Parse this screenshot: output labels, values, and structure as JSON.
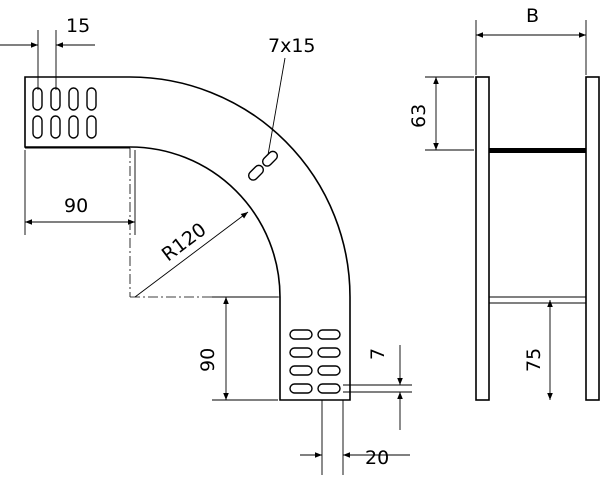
{
  "drawing": {
    "title": "Cable tray 90° bend dimensional drawing",
    "labels": {
      "slot_pitch": "15",
      "slot_size": "7x15",
      "width": "B",
      "side_height": "63",
      "straight_length_horizontal": "90",
      "radius": "R120",
      "straight_length_vertical": "90",
      "slot_width": "7",
      "inner_height": "75",
      "slot_spacing": "20"
    }
  }
}
